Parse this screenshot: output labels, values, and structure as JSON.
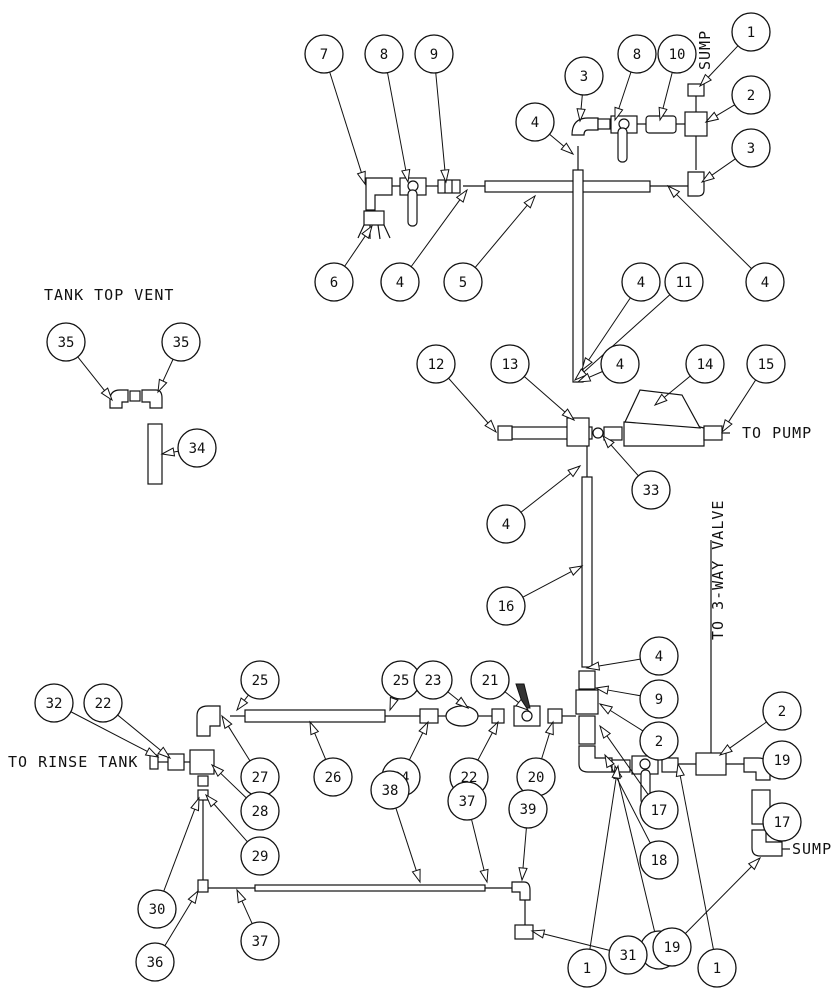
{
  "labels": {
    "tank_top_vent": "TANK TOP VENT",
    "sump_top": "SUMP",
    "to_pump": "TO PUMP",
    "to_three_way_valve": "TO 3-WAY VALVE",
    "to_rinse_tank": "TO RINSE TANK",
    "sump_bottom": "SUMP"
  },
  "callouts": [
    {
      "n": "1"
    },
    {
      "n": "2"
    },
    {
      "n": "3"
    },
    {
      "n": "4"
    },
    {
      "n": "4"
    },
    {
      "n": "3"
    },
    {
      "n": "8"
    },
    {
      "n": "10"
    },
    {
      "n": "7"
    },
    {
      "n": "8"
    },
    {
      "n": "9"
    },
    {
      "n": "6"
    },
    {
      "n": "4"
    },
    {
      "n": "5"
    },
    {
      "n": "4"
    },
    {
      "n": "11"
    },
    {
      "n": "12"
    },
    {
      "n": "13"
    },
    {
      "n": "4"
    },
    {
      "n": "14"
    },
    {
      "n": "15"
    },
    {
      "n": "33"
    },
    {
      "n": "35"
    },
    {
      "n": "35"
    },
    {
      "n": "34"
    },
    {
      "n": "4"
    },
    {
      "n": "16"
    },
    {
      "n": "4"
    },
    {
      "n": "9"
    },
    {
      "n": "2"
    },
    {
      "n": "17"
    },
    {
      "n": "18"
    },
    {
      "n": "8"
    },
    {
      "n": "2"
    },
    {
      "n": "19"
    },
    {
      "n": "17"
    },
    {
      "n": "1"
    },
    {
      "n": "1"
    },
    {
      "n": "19"
    },
    {
      "n": "32"
    },
    {
      "n": "22"
    },
    {
      "n": "25"
    },
    {
      "n": "25"
    },
    {
      "n": "23"
    },
    {
      "n": "21"
    },
    {
      "n": "27"
    },
    {
      "n": "26"
    },
    {
      "n": "24"
    },
    {
      "n": "22"
    },
    {
      "n": "20"
    },
    {
      "n": "28"
    },
    {
      "n": "29"
    },
    {
      "n": "30"
    },
    {
      "n": "38"
    },
    {
      "n": "37"
    },
    {
      "n": "39"
    },
    {
      "n": "36"
    },
    {
      "n": "37"
    },
    {
      "n": "31"
    }
  ]
}
